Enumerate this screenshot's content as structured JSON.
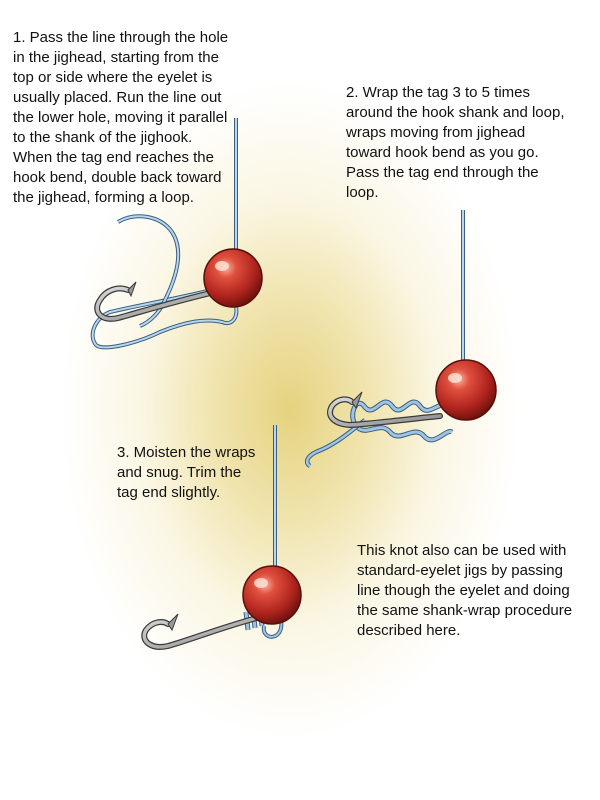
{
  "steps": [
    {
      "number": "1.",
      "text": "1. Pass the line through the hole\nin the jighead, starting from the\ntop or side where the eyelet is\nusually placed. Run the line out\nthe lower hole, moving it parallel\nto the shank of the jighook.\nWhen the tag end reaches the\nhook bend, double back toward\nthe jighead, forming a loop."
    },
    {
      "number": "2.",
      "text": "2. Wrap the tag 3 to 5 times\naround the hook shank and loop,\nwraps moving from jighead\ntoward hook bend as you go.\nPass the tag end through the\nloop."
    },
    {
      "number": "3.",
      "text": "3. Moisten the wraps\nand snug. Trim the\ntag end slightly."
    }
  ],
  "note": "This knot also can be used with\nstandard-eyelet jigs by passing\nline though the eyelet and doing\nthe same shank-wrap procedure\ndescribed here.",
  "colors": {
    "background": "#ffffff",
    "glow": "#e4d078",
    "jighead": "#c8302a",
    "jighead_highlight": "#f4a090",
    "line": "#9fc4e2",
    "line_outline": "#3a5f80",
    "hook": "#a8a8a8",
    "hook_outline": "#3a3a3a"
  },
  "icons": [
    "jighead-ball-icon",
    "fishing-hook-icon",
    "fishing-line-icon"
  ]
}
